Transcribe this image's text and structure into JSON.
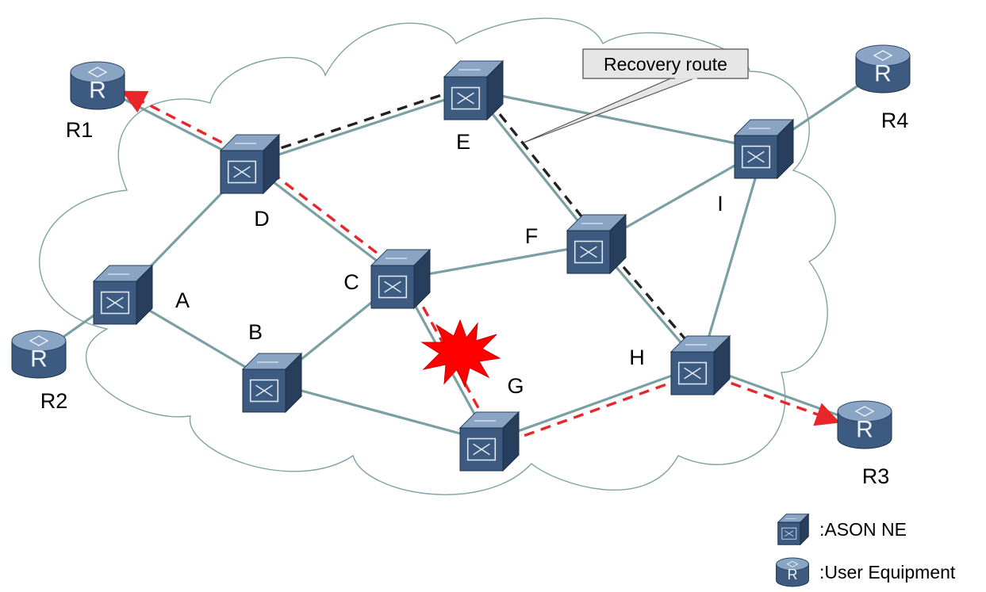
{
  "diagram": {
    "colors": {
      "link": "#7aa0a3",
      "cloud_outline": "#7fa3a5",
      "device_front": "#3d5b80",
      "device_top": "#8aa5c4",
      "device_side": "#273f5c",
      "red_route": "#e8262a",
      "recovery_route": "#222222",
      "fault": "#ff0000"
    },
    "nodes": [
      {
        "id": "A",
        "label": "A",
        "type": "ason"
      },
      {
        "id": "B",
        "label": "B",
        "type": "ason"
      },
      {
        "id": "C",
        "label": "C",
        "type": "ason"
      },
      {
        "id": "D",
        "label": "D",
        "type": "ason"
      },
      {
        "id": "E",
        "label": "E",
        "type": "ason"
      },
      {
        "id": "F",
        "label": "F",
        "type": "ason"
      },
      {
        "id": "G",
        "label": "G",
        "type": "ason"
      },
      {
        "id": "H",
        "label": "H",
        "type": "ason"
      },
      {
        "id": "I",
        "label": "I",
        "type": "ason"
      },
      {
        "id": "R1",
        "label": "R1",
        "type": "user"
      },
      {
        "id": "R2",
        "label": "R2",
        "type": "user"
      },
      {
        "id": "R3",
        "label": "R3",
        "type": "user"
      },
      {
        "id": "R4",
        "label": "R4",
        "type": "user"
      }
    ],
    "links": [
      [
        "R1",
        "D"
      ],
      [
        "R2",
        "A"
      ],
      [
        "A",
        "D"
      ],
      [
        "A",
        "B"
      ],
      [
        "D",
        "C"
      ],
      [
        "D",
        "E"
      ],
      [
        "B",
        "C"
      ],
      [
        "B",
        "G"
      ],
      [
        "C",
        "F"
      ],
      [
        "C",
        "G"
      ],
      [
        "E",
        "F"
      ],
      [
        "E",
        "I"
      ],
      [
        "F",
        "I"
      ],
      [
        "F",
        "H"
      ],
      [
        "G",
        "H"
      ],
      [
        "I",
        "H"
      ],
      [
        "I",
        "R4"
      ],
      [
        "H",
        "R3"
      ]
    ],
    "working_route": [
      "R3",
      "H",
      "G",
      "C",
      "D",
      "R1"
    ],
    "recovery_route": [
      "D",
      "E",
      "F",
      "H"
    ],
    "fault": {
      "between": [
        "C",
        "G"
      ],
      "icon": "explosion-icon"
    },
    "callout": {
      "text": "Recovery route"
    },
    "device_icon_letter": "R"
  },
  "legend": {
    "ason": {
      "text": ":ASON NE",
      "icon": "ason-ne-icon"
    },
    "user": {
      "text": ":User Equipment",
      "icon": "user-equipment-icon"
    }
  }
}
